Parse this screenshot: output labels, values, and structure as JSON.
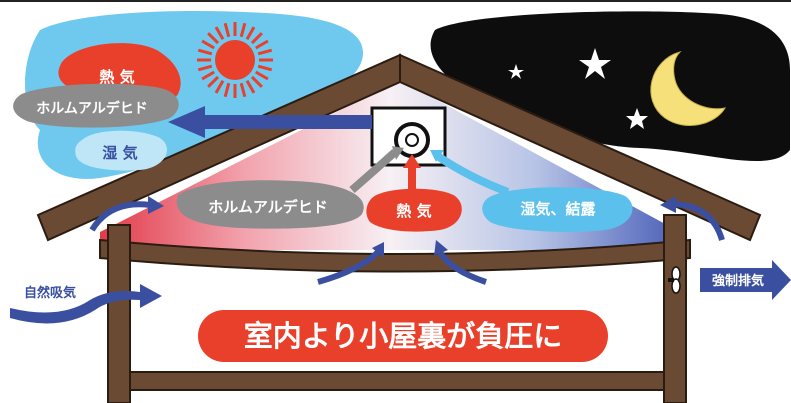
{
  "labels": {
    "heat_top": "熱 気",
    "formaldehyde_top": "ホルムアルデヒド",
    "moisture_top": "湿 気",
    "formaldehyde_attic": "ホルムアルデヒド",
    "heat_attic": "熱 気",
    "moisture_condensation": "湿気、結露",
    "natural_intake": "自然吸気",
    "forced_exhaust": "強制排気",
    "banner": "室内より小屋裏が負圧に"
  },
  "colors": {
    "heat": "#e8402a",
    "formaldehyde_gray": "#8c8c8c",
    "moisture_blue": "#5cc0ec",
    "flow_arrow": "#3a4fa0",
    "wood": "#6b4a33",
    "sun": "#e8402a",
    "moon": "#f5e07a",
    "night_sky": "#0d0d0d"
  },
  "icons": [
    "sun-icon",
    "moon-icon",
    "star-icon",
    "fan-icon",
    "exhaust-fan-icon"
  ]
}
